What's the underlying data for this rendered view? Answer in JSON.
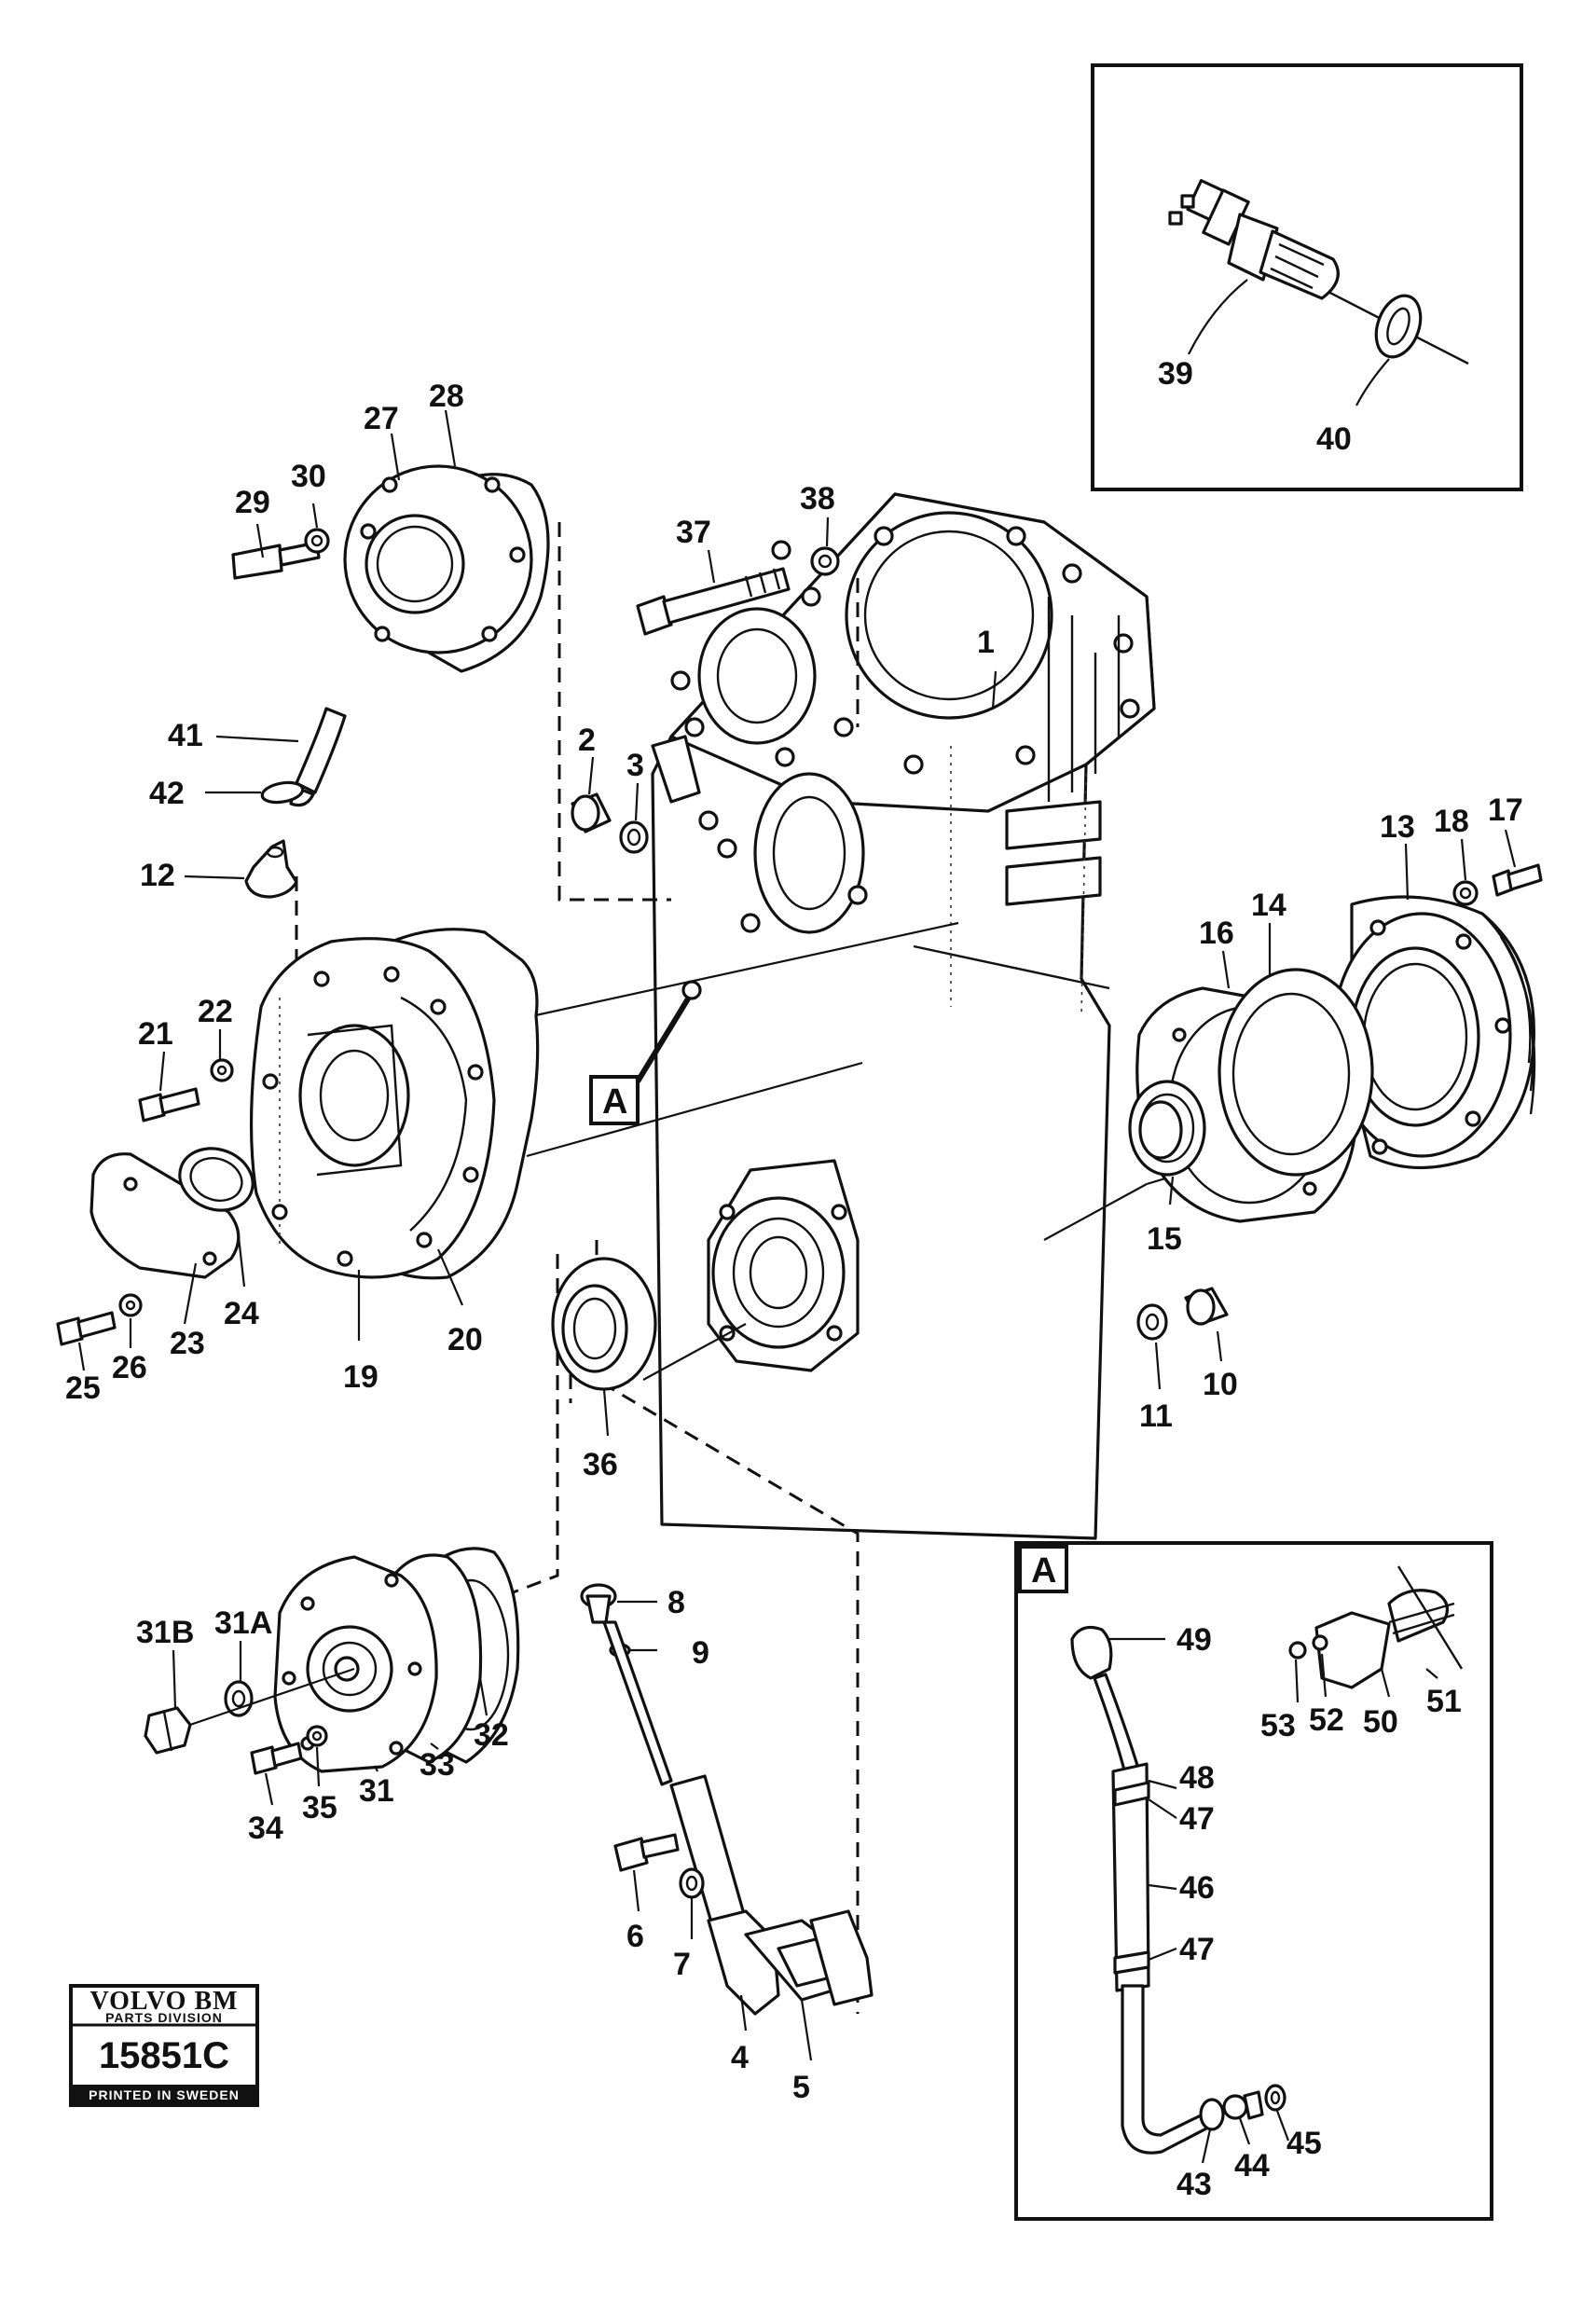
{
  "callouts": {
    "p1": "1",
    "p2": "2",
    "p3": "3",
    "p4": "4",
    "p5": "5",
    "p6": "6",
    "p7": "7",
    "p8": "8",
    "p9": "9",
    "p10": "10",
    "p11": "11",
    "p12": "12",
    "p13": "13",
    "p14": "14",
    "p15": "15",
    "p16": "16",
    "p17": "17",
    "p18": "18",
    "p19": "19",
    "p20": "20",
    "p21": "21",
    "p22": "22",
    "p23": "23",
    "p24": "24",
    "p25": "25",
    "p26": "26",
    "p27": "27",
    "p28": "28",
    "p29": "29",
    "p30": "30",
    "p31": "31",
    "p31A": "31A",
    "p31B": "31B",
    "p32": "32",
    "p33": "33",
    "p34": "34",
    "p35": "35",
    "p36": "36",
    "p37": "37",
    "p38": "38",
    "p39": "39",
    "p40": "40",
    "p41": "41",
    "p42": "42",
    "p43": "43",
    "p44": "44",
    "p45": "45",
    "p46": "46",
    "p47a": "47",
    "p47b": "47",
    "p48": "48",
    "p49": "49",
    "p50": "50",
    "p51": "51",
    "p52": "52",
    "p53": "53"
  },
  "detail_reference": {
    "marker": "A",
    "inset_marker": "A"
  },
  "stamp": {
    "brand": "VOLVO BM",
    "division": "PARTS DIVISION",
    "code": "15851C",
    "footer": "PRINTED IN SWEDEN"
  }
}
